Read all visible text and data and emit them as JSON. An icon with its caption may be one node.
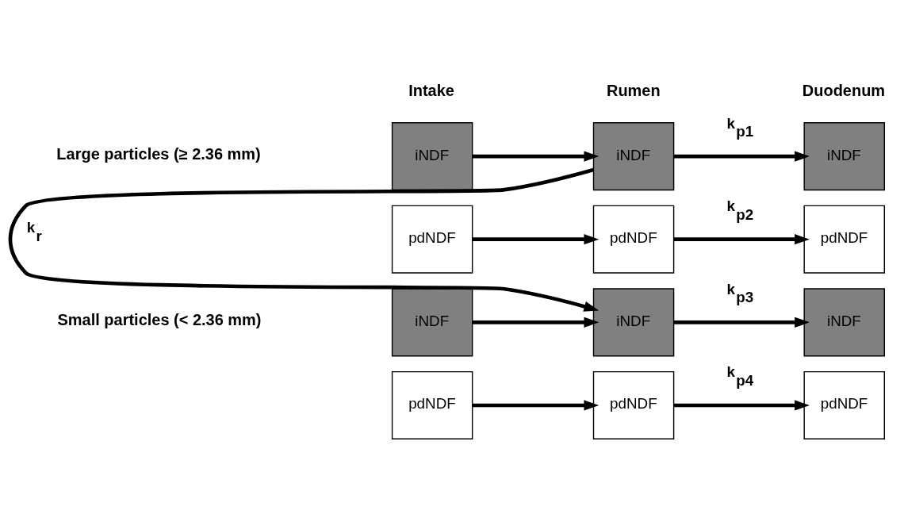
{
  "diagram": {
    "nodes": [
      {
        "text": [
          "iNDF"
        ]
      },
      {
        "text": [
          "iNDF"
        ]
      },
      {
        "text": [
          "iNDF"
        ]
      },
      {
        "text": [
          "pdNDF"
        ]
      },
      {
        "text": [
          "pdNDF"
        ]
      },
      {
        "text": [
          "pdNDF"
        ]
      },
      {
        "text": [
          "iNDF"
        ]
      },
      {
        "text": [
          "iNDF"
        ]
      },
      {
        "text": [
          "iNDF"
        ]
      },
      {
        "text": [
          "pdNDF"
        ]
      },
      {
        "text": [
          "pdNDF"
        ]
      },
      {
        "text": [
          "pdNDF"
        ]
      }
    ],
    "edges": [
      {
        "from": 0,
        "to": 1,
        "arrow": "to"
      },
      {
        "from": 1,
        "to": 2,
        "arrow": "to",
        "label": "k$_{p1}$"
      },
      {
        "from": 3,
        "to": 4,
        "arrow": "to"
      },
      {
        "from": 4,
        "to": 5,
        "arrow": "to",
        "label": "k$_{p2}$"
      },
      {
        "from": 1,
        "to": 7,
        "arrow": "to",
        "label": "k$_{r}$"
      },
      {
        "from": 6,
        "to": 7,
        "arrow": "to"
      },
      {
        "from": 7,
        "to": 8,
        "arrow": "to",
        "label": "k$_{p3}$"
      },
      {
        "from": 9,
        "to": 10,
        "arrow": "to"
      },
      {
        "from": 10,
        "to": 11,
        "arrow": "to",
        "label": "k$_{p4}$"
      }
    ],
    "labels": [
      "Intake",
      "Rumen",
      "Duodenum",
      "Large particles (≥ 2.36 mm)",
      "Small particles (< 2.36 mm)"
    ]
  }
}
